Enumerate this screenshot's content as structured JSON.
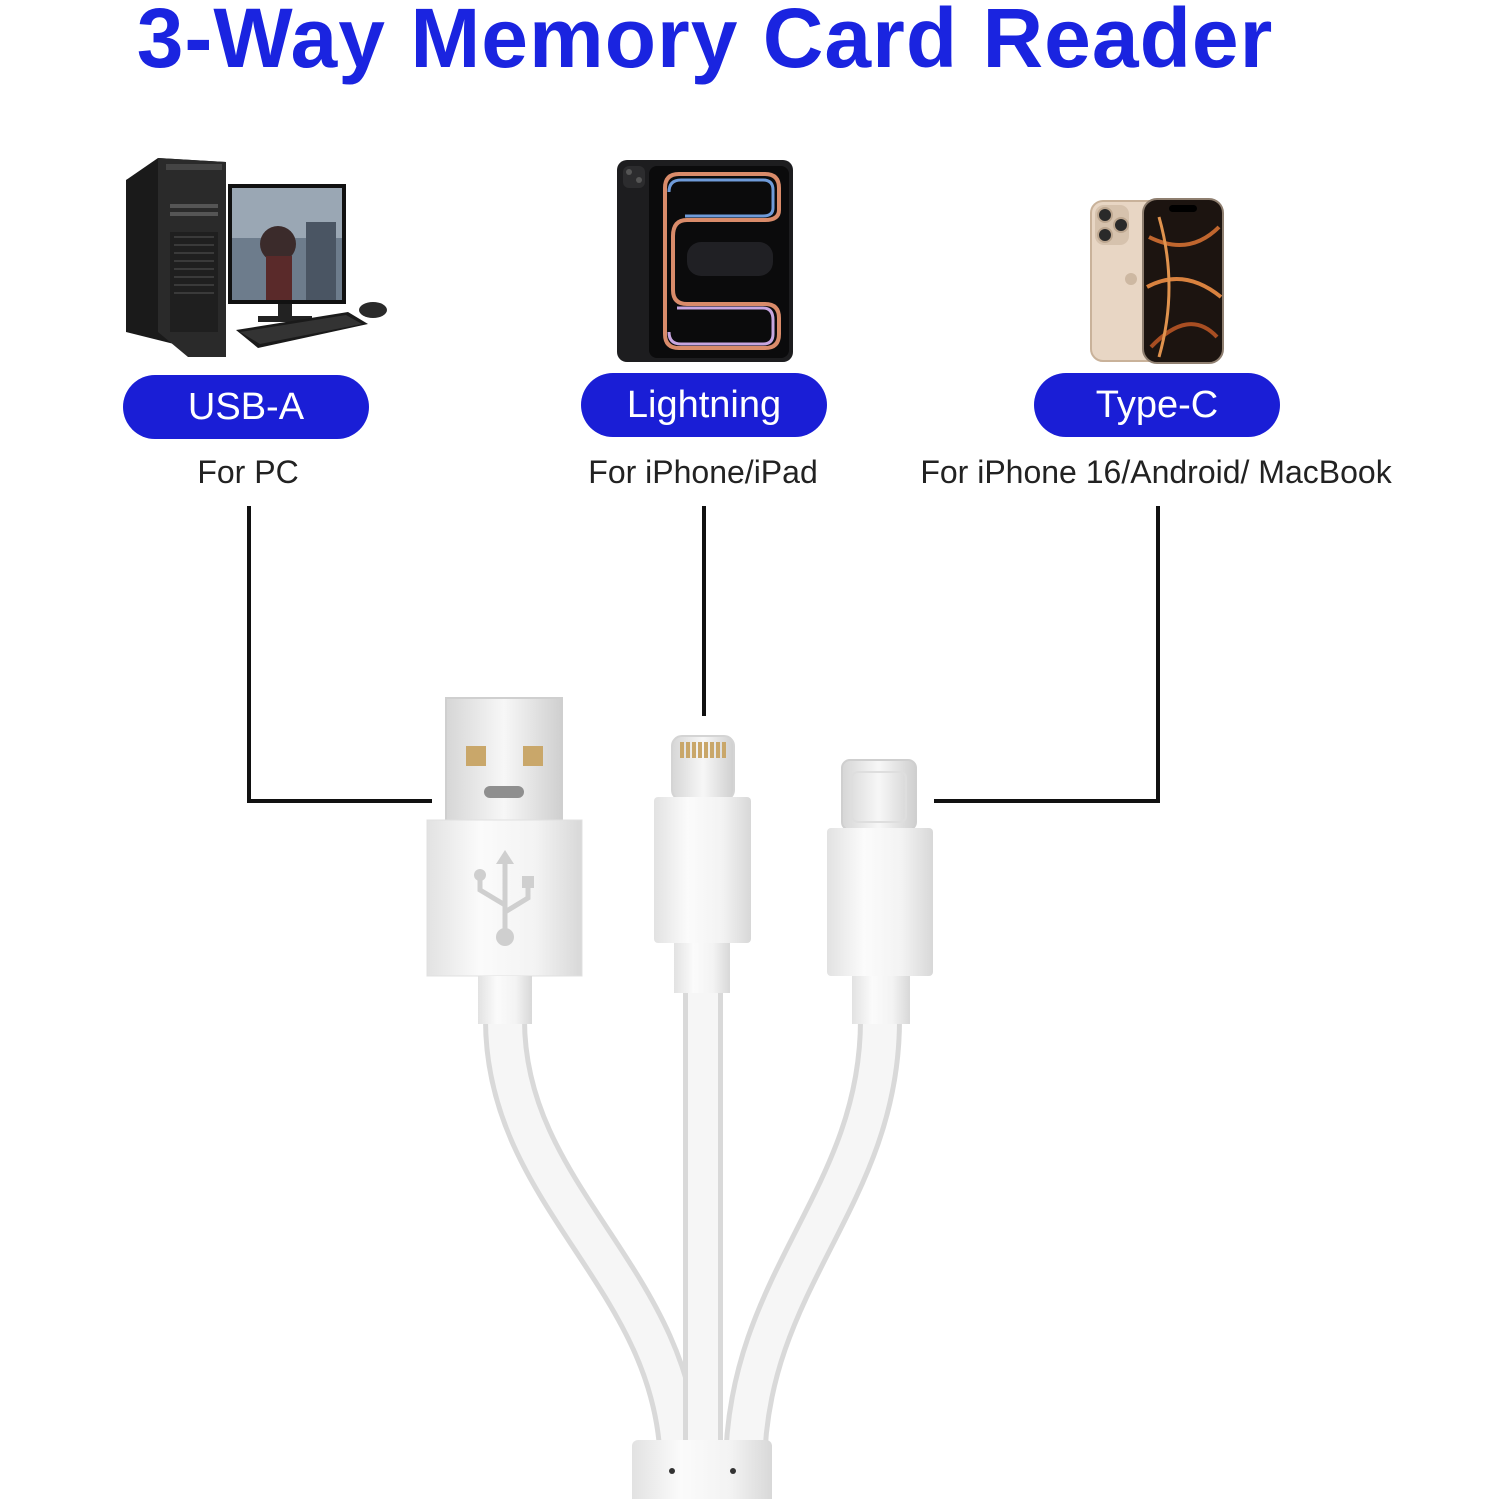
{
  "title": "3-Way Memory Card Reader",
  "ports": [
    {
      "label": "USB-A",
      "caption": "For PC",
      "device_icon": "desktop-pc-icon"
    },
    {
      "label": "Lightning",
      "caption": "For iPhone/iPad",
      "device_icon": "ipad-icon"
    },
    {
      "label": "Type-C",
      "caption": "For iPhone 16/Android/ MacBook",
      "device_icon": "iphone-icon"
    }
  ],
  "colors": {
    "title": "#1a24e0",
    "pill": "#1a1ed6",
    "pill_text": "#ffffff",
    "caption": "#222222",
    "connector_line": "#111111",
    "cable": "#f2f2f2"
  }
}
